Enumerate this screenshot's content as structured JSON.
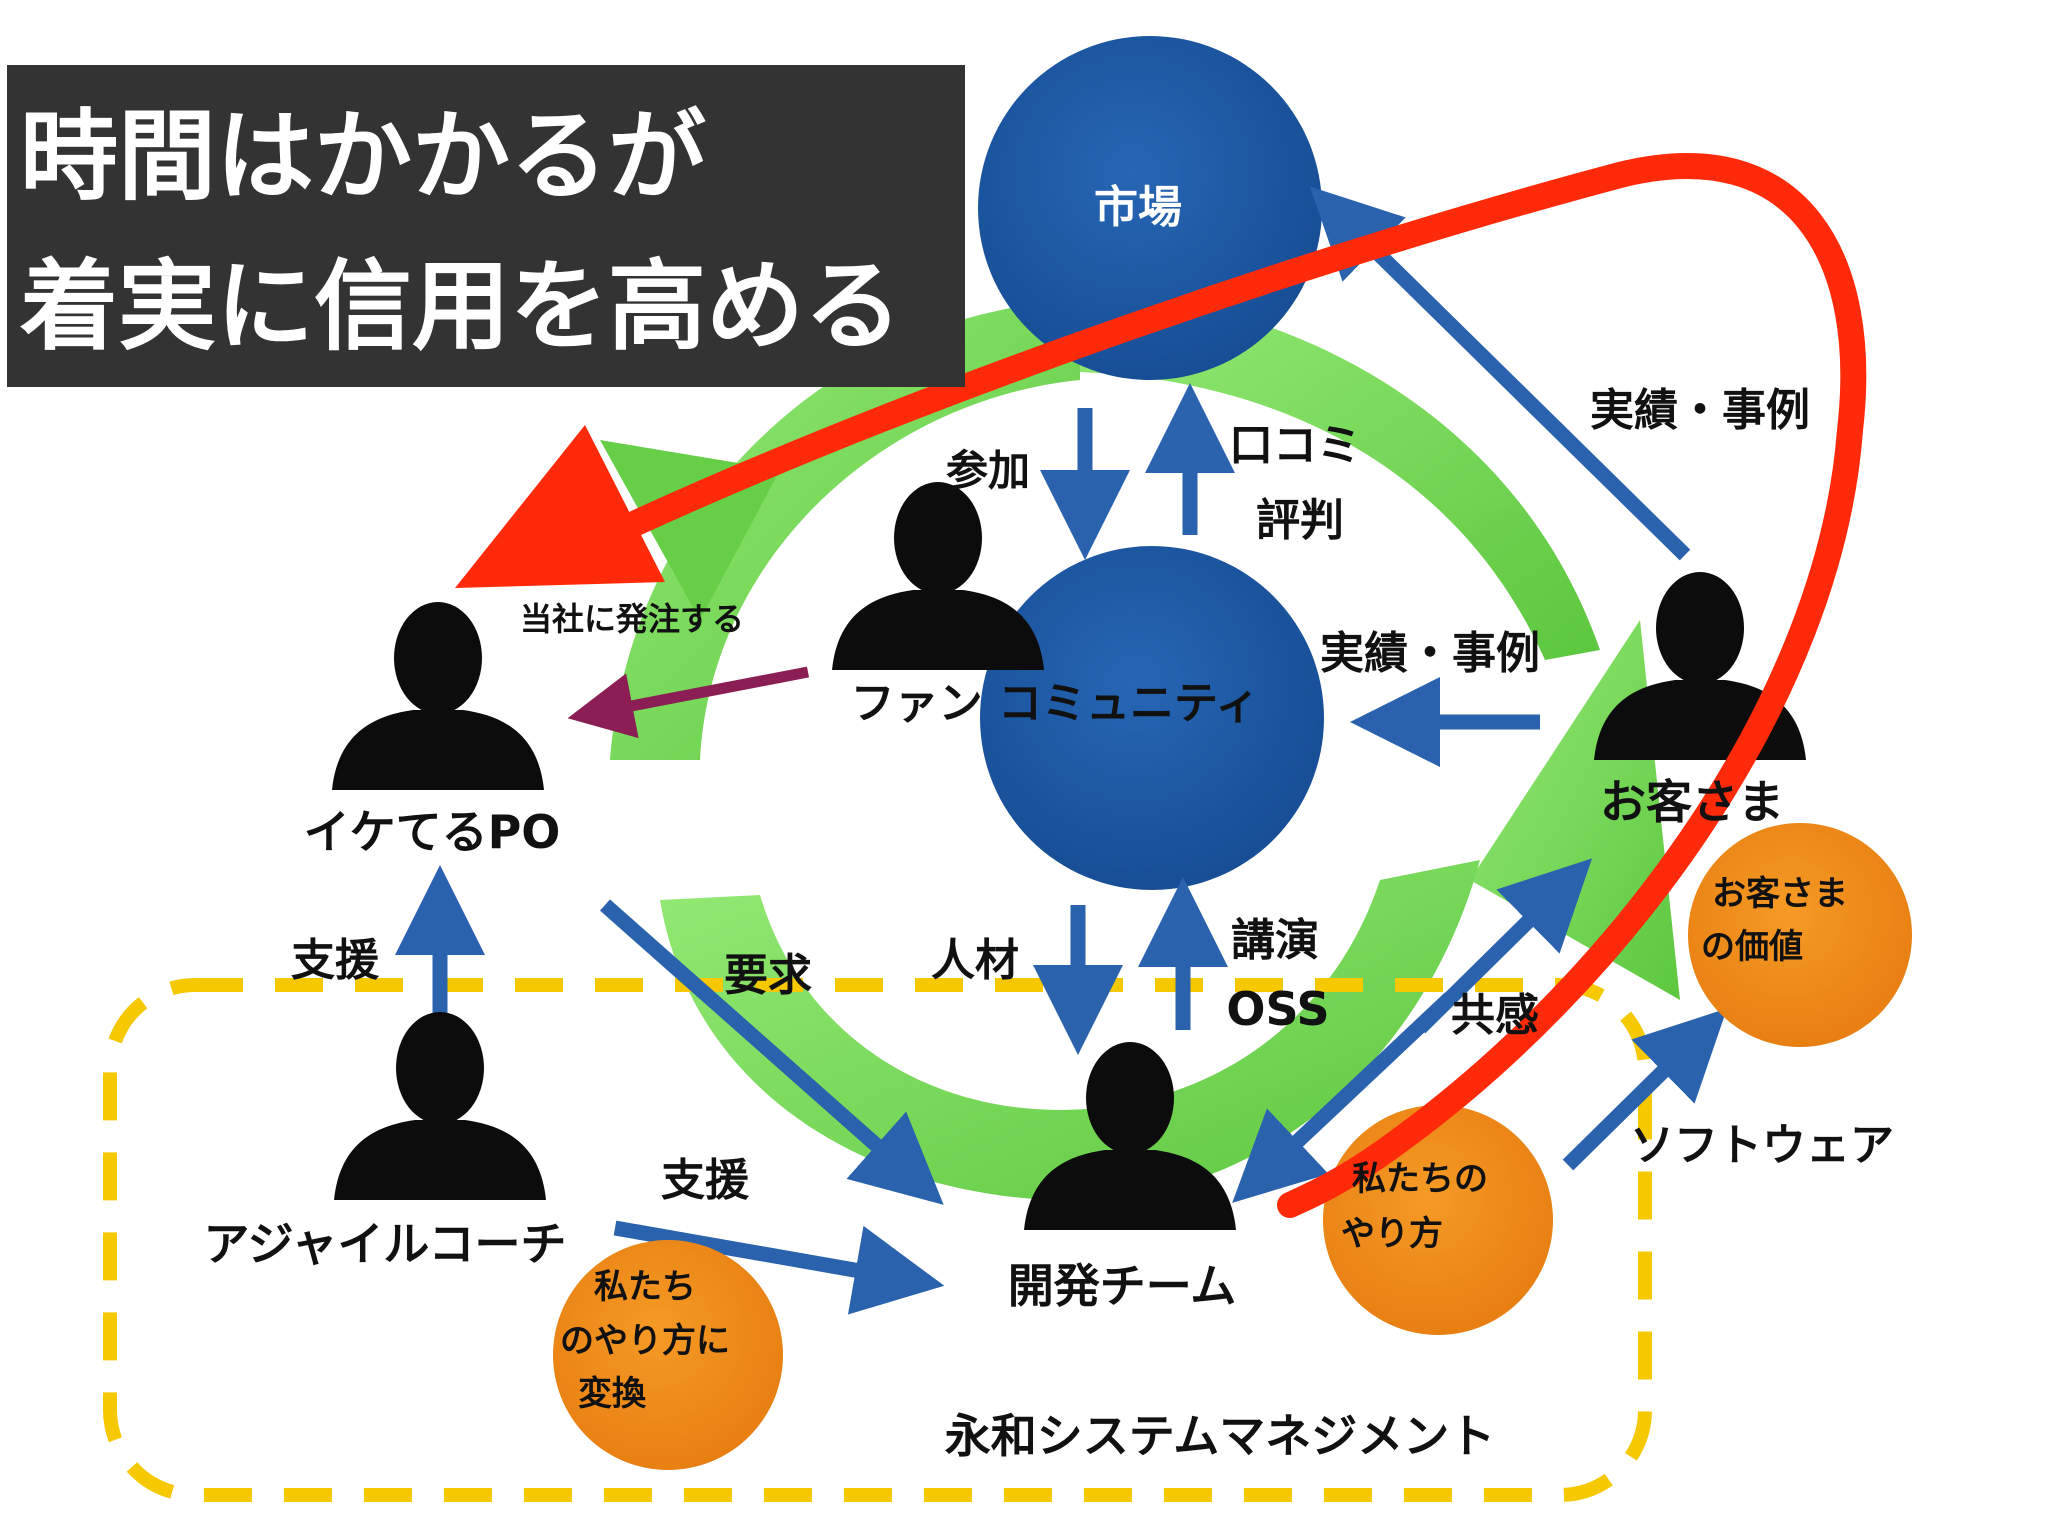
{
  "banner": {
    "line1": "時間はかかるが",
    "line2": "着実に信用を高める"
  },
  "nodes": {
    "market": "市場",
    "community": "ファン コミュニティ",
    "po": "イケてるPO",
    "coach": "アジャイルコーチ",
    "dev_team": "開発チーム",
    "customer": "お客さま"
  },
  "values": {
    "customer_value_line1": "お客さま",
    "customer_value_line2": "の価値",
    "our_way_line1": "私たちの",
    "our_way_line2": "やり方",
    "convert_line1": "私たち",
    "convert_line2": "のやり方に",
    "convert_line3": "変換"
  },
  "flows": {
    "participate": "参加",
    "word_of_mouth_line1": "口コミ",
    "word_of_mouth_line2": "評判",
    "results_cases_top": "実績・事例",
    "results_cases_mid": "実績・事例",
    "order": "当社に発注する",
    "talent": "人材",
    "lecture_line1": "講演",
    "lecture_line2": "OSS",
    "request": "要求",
    "support_po": "支援",
    "support_dev": "支援",
    "empathy": "共感",
    "software": "ソフトウェア"
  },
  "company": "永和システムマネジメント",
  "colors": {
    "blue_circle": "#1E5AA6",
    "blue_arrow": "#2A62AE",
    "green_cycle": "#6BD64A",
    "orange_circle": "#F08D1B",
    "red_arrow": "#FF2A0A",
    "purple_arrow": "#8B1E55",
    "yellow_dash": "#F5C800",
    "banner_bg": "#333333"
  },
  "icons": [
    "person-silhouette-icon",
    "arrow-icon"
  ]
}
